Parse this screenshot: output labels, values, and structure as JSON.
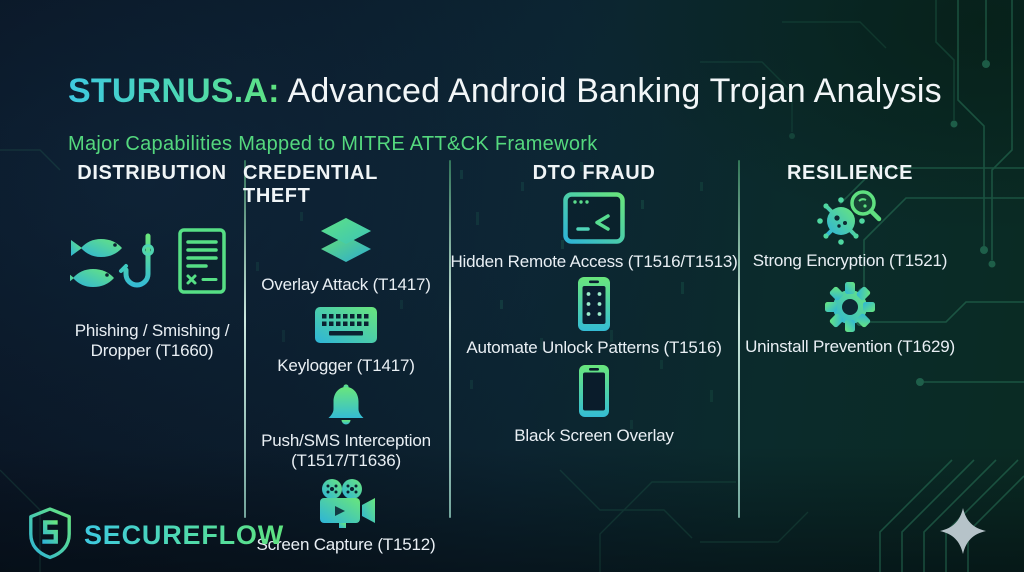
{
  "header": {
    "title_highlight": "STURNUS.A:",
    "title_rest": " Advanced Android Banking Trojan Analysis",
    "subtitle": "Major Capabilities Mapped to MITRE ATT&CK Framework"
  },
  "columns": [
    {
      "header": "DISTRIBUTION",
      "items": [
        {
          "icon": "phishing-fish-hook-document-icon",
          "label": "Phishing / Smishing / Dropper (T1660)"
        }
      ]
    },
    {
      "header": "CREDENTIAL THEFT",
      "items": [
        {
          "icon": "layers-icon",
          "label": "Overlay Attack (T1417)"
        },
        {
          "icon": "keyboard-icon",
          "label": "Keylogger (T1417)"
        },
        {
          "icon": "bell-icon",
          "label": "Push/SMS Interception (T1517/T1636)"
        },
        {
          "icon": "video-camera-icon",
          "label": "Screen Capture (T1512)"
        }
      ]
    },
    {
      "header": "DTO FRAUD",
      "items": [
        {
          "icon": "terminal-window-icon",
          "label": "Hidden Remote Access (T1516/T1513)"
        },
        {
          "icon": "phone-unlock-pattern-icon",
          "label": "Automate Unlock Patterns (T1516)"
        },
        {
          "icon": "phone-black-screen-icon",
          "label": "Black Screen Overlay"
        }
      ]
    },
    {
      "header": "RESILIENCE",
      "items": [
        {
          "icon": "virus-magnifier-icon",
          "label": "Strong Encryption (T1521)"
        },
        {
          "icon": "gear-icon",
          "label": "Uninstall Prevention (T1629)"
        }
      ]
    }
  ],
  "footer": {
    "brand": "SECUREFLOW"
  },
  "colors": {
    "accent_cyan": "#3ec9e0",
    "accent_green": "#5fe37f",
    "subtitle_green": "#54d87e",
    "text_light": "#e9eff4",
    "background_navy": "#0b1d2a",
    "circuit_green": "#2c7d5e",
    "sparkle_gray": "#b6c3c9"
  }
}
